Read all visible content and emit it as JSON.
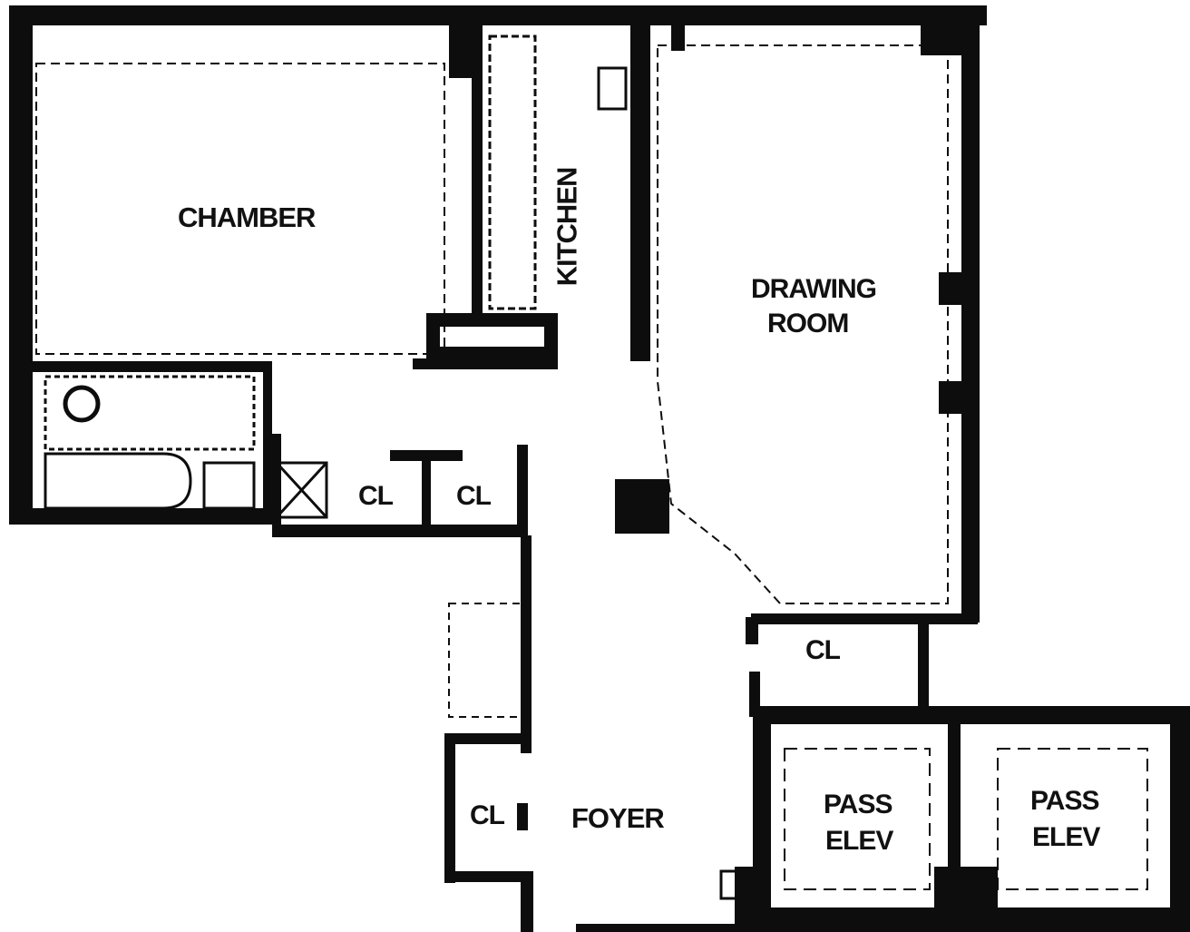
{
  "rooms": {
    "chamber": "CHAMBER",
    "kitchen": "KITCHEN",
    "drawing_room_line1": "DRAWING",
    "drawing_room_line2": "ROOM",
    "closet_left": "CL",
    "closet_right": "CL",
    "closet_drawing": "CL",
    "closet_foyer": "CL",
    "foyer": "FOYER",
    "elevator1_line1": "PASS",
    "elevator1_line2": "ELEV",
    "elevator2_line1": "PASS",
    "elevator2_line2": "ELEV"
  },
  "colors": {
    "wall": "#0d0d0d",
    "background": "#ffffff"
  }
}
